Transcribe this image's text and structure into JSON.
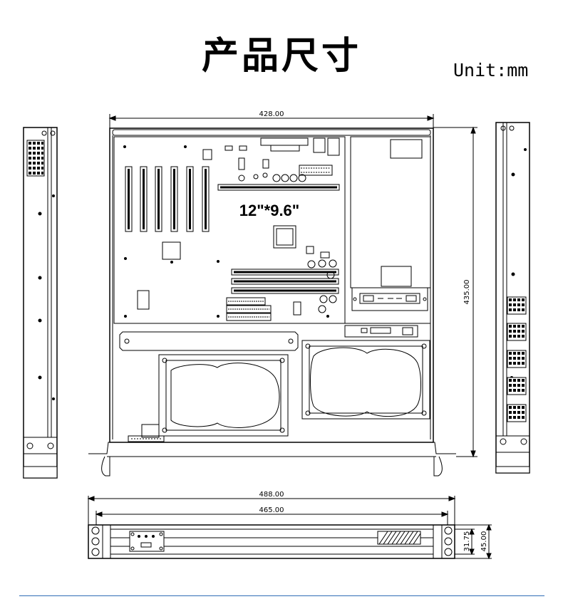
{
  "title": "产品尺寸",
  "unit_label": "Unit:mm",
  "dimensions": {
    "top_width": "428.00",
    "depth": "435.00",
    "front_overall_width": "488.00",
    "front_body_width": "465.00",
    "front_inner_height": "31.75",
    "front_height": "45.00"
  },
  "motherboard_size": "12\"*9.6\"",
  "colors": {
    "line": "#000000",
    "rule": "#2f6db6"
  }
}
